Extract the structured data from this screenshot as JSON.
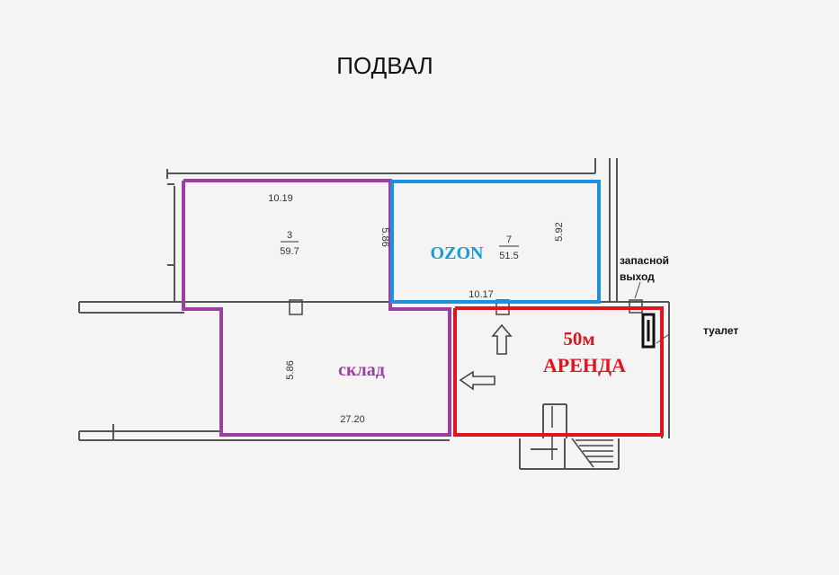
{
  "title": "ПОДВАЛ",
  "colors": {
    "background": "#f4f4f4",
    "wall": "#555555",
    "storage_outline": "#9b3fa0",
    "ozon_outline": "#1e90e0",
    "rent_outline": "#e0141e",
    "ozon_text": "#1a9ad8",
    "storage_text": "#9b3fa0",
    "rent_text": "#e0141e",
    "dimension_text": "#333333"
  },
  "rooms": {
    "room_3": {
      "number": "3",
      "area": "59.7",
      "width": "10.19",
      "depth": "5.86"
    },
    "room_7": {
      "label": "OZON",
      "number": "7",
      "area": "51.5",
      "width": "10.17",
      "depth": "5.92"
    },
    "storage": {
      "label": "склад",
      "depth": "5.86",
      "length": "27.20"
    },
    "rent": {
      "area_label": "50м",
      "label": "АРЕНДА"
    }
  },
  "annotations": {
    "emergency_exit_line1": "запасной",
    "emergency_exit_line2": "выход",
    "toilet": "туалет"
  },
  "icons": [
    "arrow-up-icon",
    "arrow-left-icon",
    "door-icon",
    "stairs-icon"
  ]
}
